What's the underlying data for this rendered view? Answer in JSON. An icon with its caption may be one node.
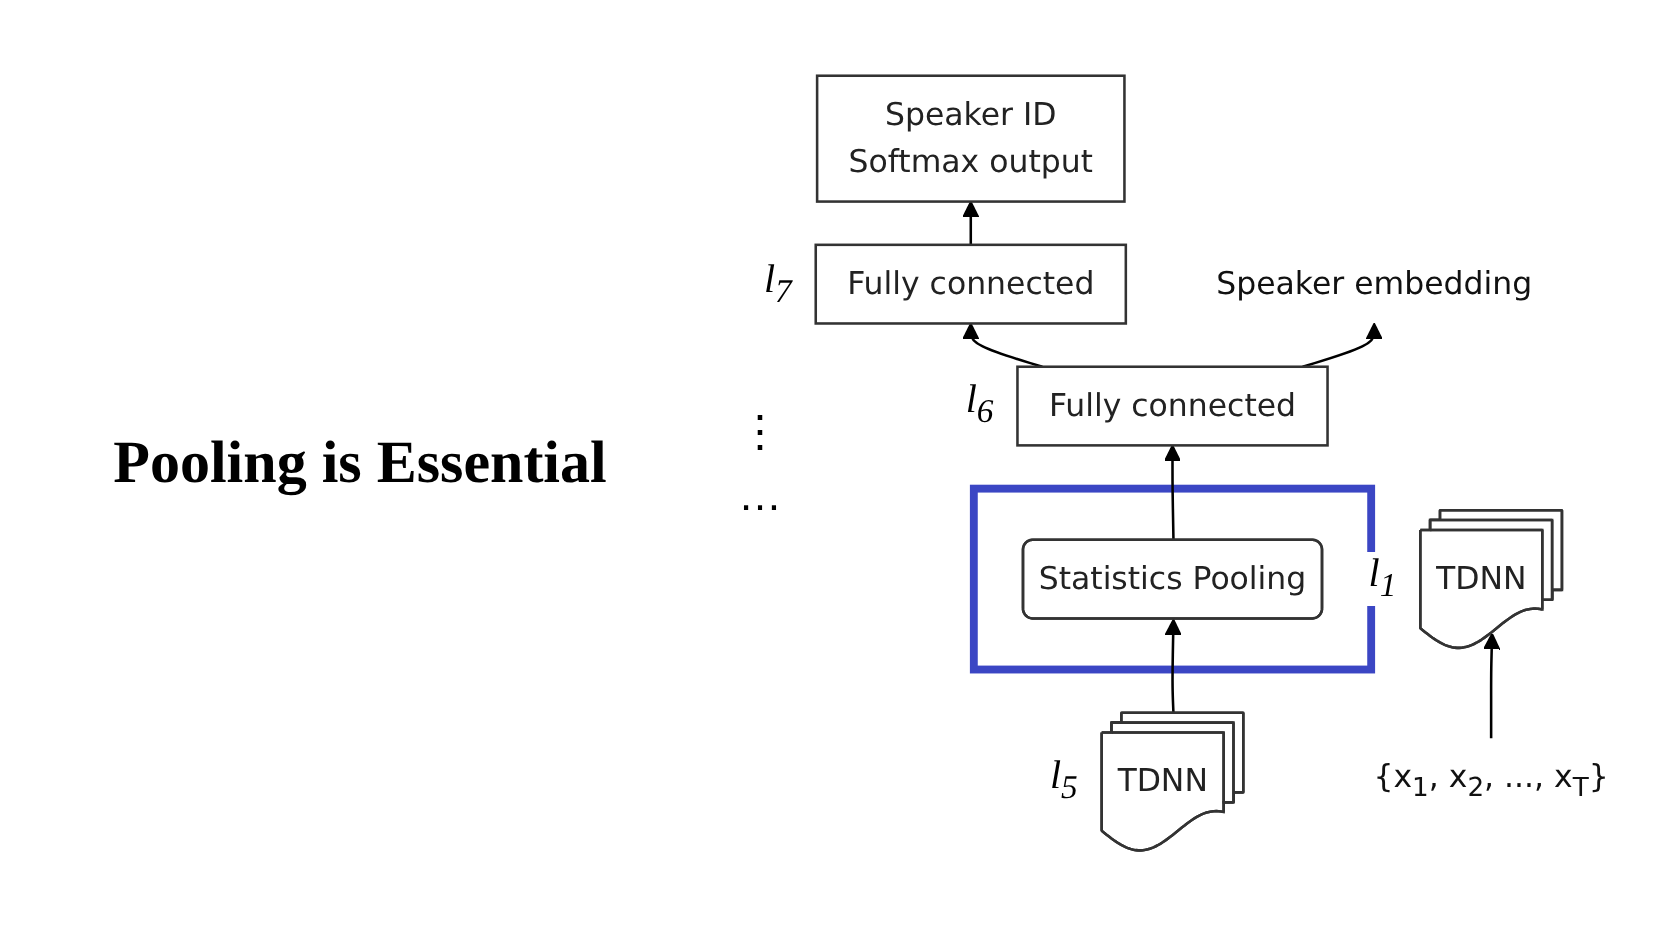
{
  "diagram": {
    "title": "Pooling is Essential",
    "nodes": [
      {
        "text": [
          "Speaker ID",
          "Softmax output"
        ]
      },
      {
        "text": [
          "Fully connected"
        ],
        "beside": [
          "l$_{7}$"
        ]
      },
      {
        "text": [
          "Fully connected"
        ],
        "beside": [
          "l$_{6}$"
        ]
      },
      {
        "text": [
          "Speaker embedding"
        ]
      },
      {
        "text": [],
        "shape": "box"
      },
      {
        "text": [
          "Statistics Pooling"
        ],
        "in": 4
      },
      {
        "text": [
          "TDNN"
        ],
        "beside": [
          "l$_{5}$"
        ]
      },
      {
        "text": [
          "TDNN"
        ],
        "beside": [
          "l$_{1}$"
        ]
      },
      {
        "text": [
          "{x$_{1}$, x$_{2}$, ..., x$_{T}$}"
        ]
      }
    ],
    "edges": [
      {
        "from": 8,
        "to": 7,
        "arrow": "to"
      },
      {
        "from": 6,
        "to": 5,
        "arrow": "to"
      },
      {
        "from": 5,
        "to": 2,
        "arrow": "to"
      },
      {
        "from": 2,
        "to": 1,
        "arrow": "to"
      },
      {
        "from": 1,
        "to": 0,
        "arrow": "to"
      },
      {
        "from": 2,
        "to": 3,
        "arrow": "to"
      }
    ],
    "labels": [
      "⋮",
      "…"
    ]
  }
}
